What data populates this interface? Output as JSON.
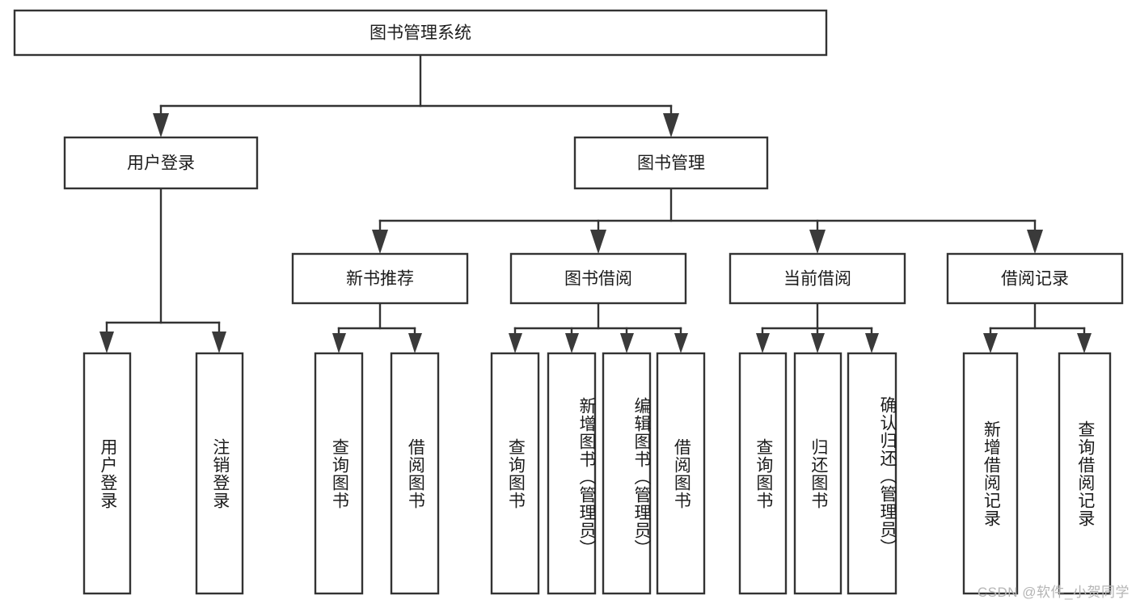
{
  "diagram": {
    "type": "tree-hierarchy",
    "title": "图书管理系统",
    "orientation": "top-down",
    "colors": {
      "box_fill": "#ffffff",
      "box_stroke": "#333333",
      "text": "#1c1c1c",
      "arrow": "#3a3a3a",
      "watermark": "#b5b5b5",
      "background": "#ffffff"
    },
    "root": {
      "label": "图书管理系统"
    },
    "level1": [
      {
        "label": "用户登录"
      },
      {
        "label": "图书管理"
      }
    ],
    "level2": [
      {
        "label": "新书推荐",
        "parent": "图书管理"
      },
      {
        "label": "图书借阅",
        "parent": "图书管理"
      },
      {
        "label": "当前借阅",
        "parent": "图书管理"
      },
      {
        "label": "借阅记录",
        "parent": "图书管理"
      }
    ],
    "leaves": {
      "user_login": [
        {
          "label": "用户登录"
        },
        {
          "label": "注销登录"
        }
      ],
      "new_book_recommend": [
        {
          "label": "查询图书"
        },
        {
          "label": "借阅图书"
        }
      ],
      "book_borrow": [
        {
          "label": "查询图书"
        },
        {
          "label": "新增图书（管理员）"
        },
        {
          "label": "编辑图书（管理员）"
        },
        {
          "label": "借阅图书"
        }
      ],
      "current_borrow": [
        {
          "label": "查询图书"
        },
        {
          "label": "归还图书"
        },
        {
          "label": "确认归还（管理员）"
        }
      ],
      "borrow_record": [
        {
          "label": "新增借阅记录"
        },
        {
          "label": "查询借阅记录"
        }
      ]
    },
    "watermark": "CSDN @软件_小贺同学"
  }
}
